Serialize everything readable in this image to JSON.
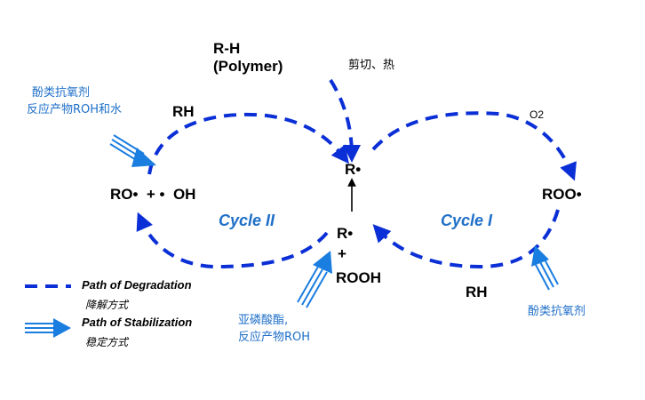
{
  "colors": {
    "degradation": "#0b2fd6",
    "stabilization": "#1a7de0",
    "cycle_label": "#1e6fc8",
    "text": "#000000"
  },
  "labels": {
    "rh_polymer_line1": "R-H",
    "rh_polymer_line2": "(Polymer)",
    "shear_heat": "剪切、热",
    "o2": "O2",
    "r_top": "R•",
    "r_center": "R•",
    "plus_center": "+",
    "rooh": "ROOH",
    "ro_oh": "RO•  + •  OH",
    "roo": "ROO•",
    "rh_left": "RH",
    "rh_right": "RH",
    "cycle_ii": "Cycle II",
    "cycle_i": "Cycle I",
    "phenolic_left_line1": "酚类抗氧剂",
    "phenolic_left_line2": "反应产物ROH和水",
    "phosphite_line1": "亚磷酸酯,",
    "phosphite_line2": "反应产物ROH",
    "phenolic_right": "酚类抗氧剂"
  },
  "legend": {
    "degradation_label": "Path of Degradation",
    "degradation_cn": "降解方式",
    "stabilization_label": "Path of Stabilization",
    "stabilization_cn": "稳定方式"
  }
}
